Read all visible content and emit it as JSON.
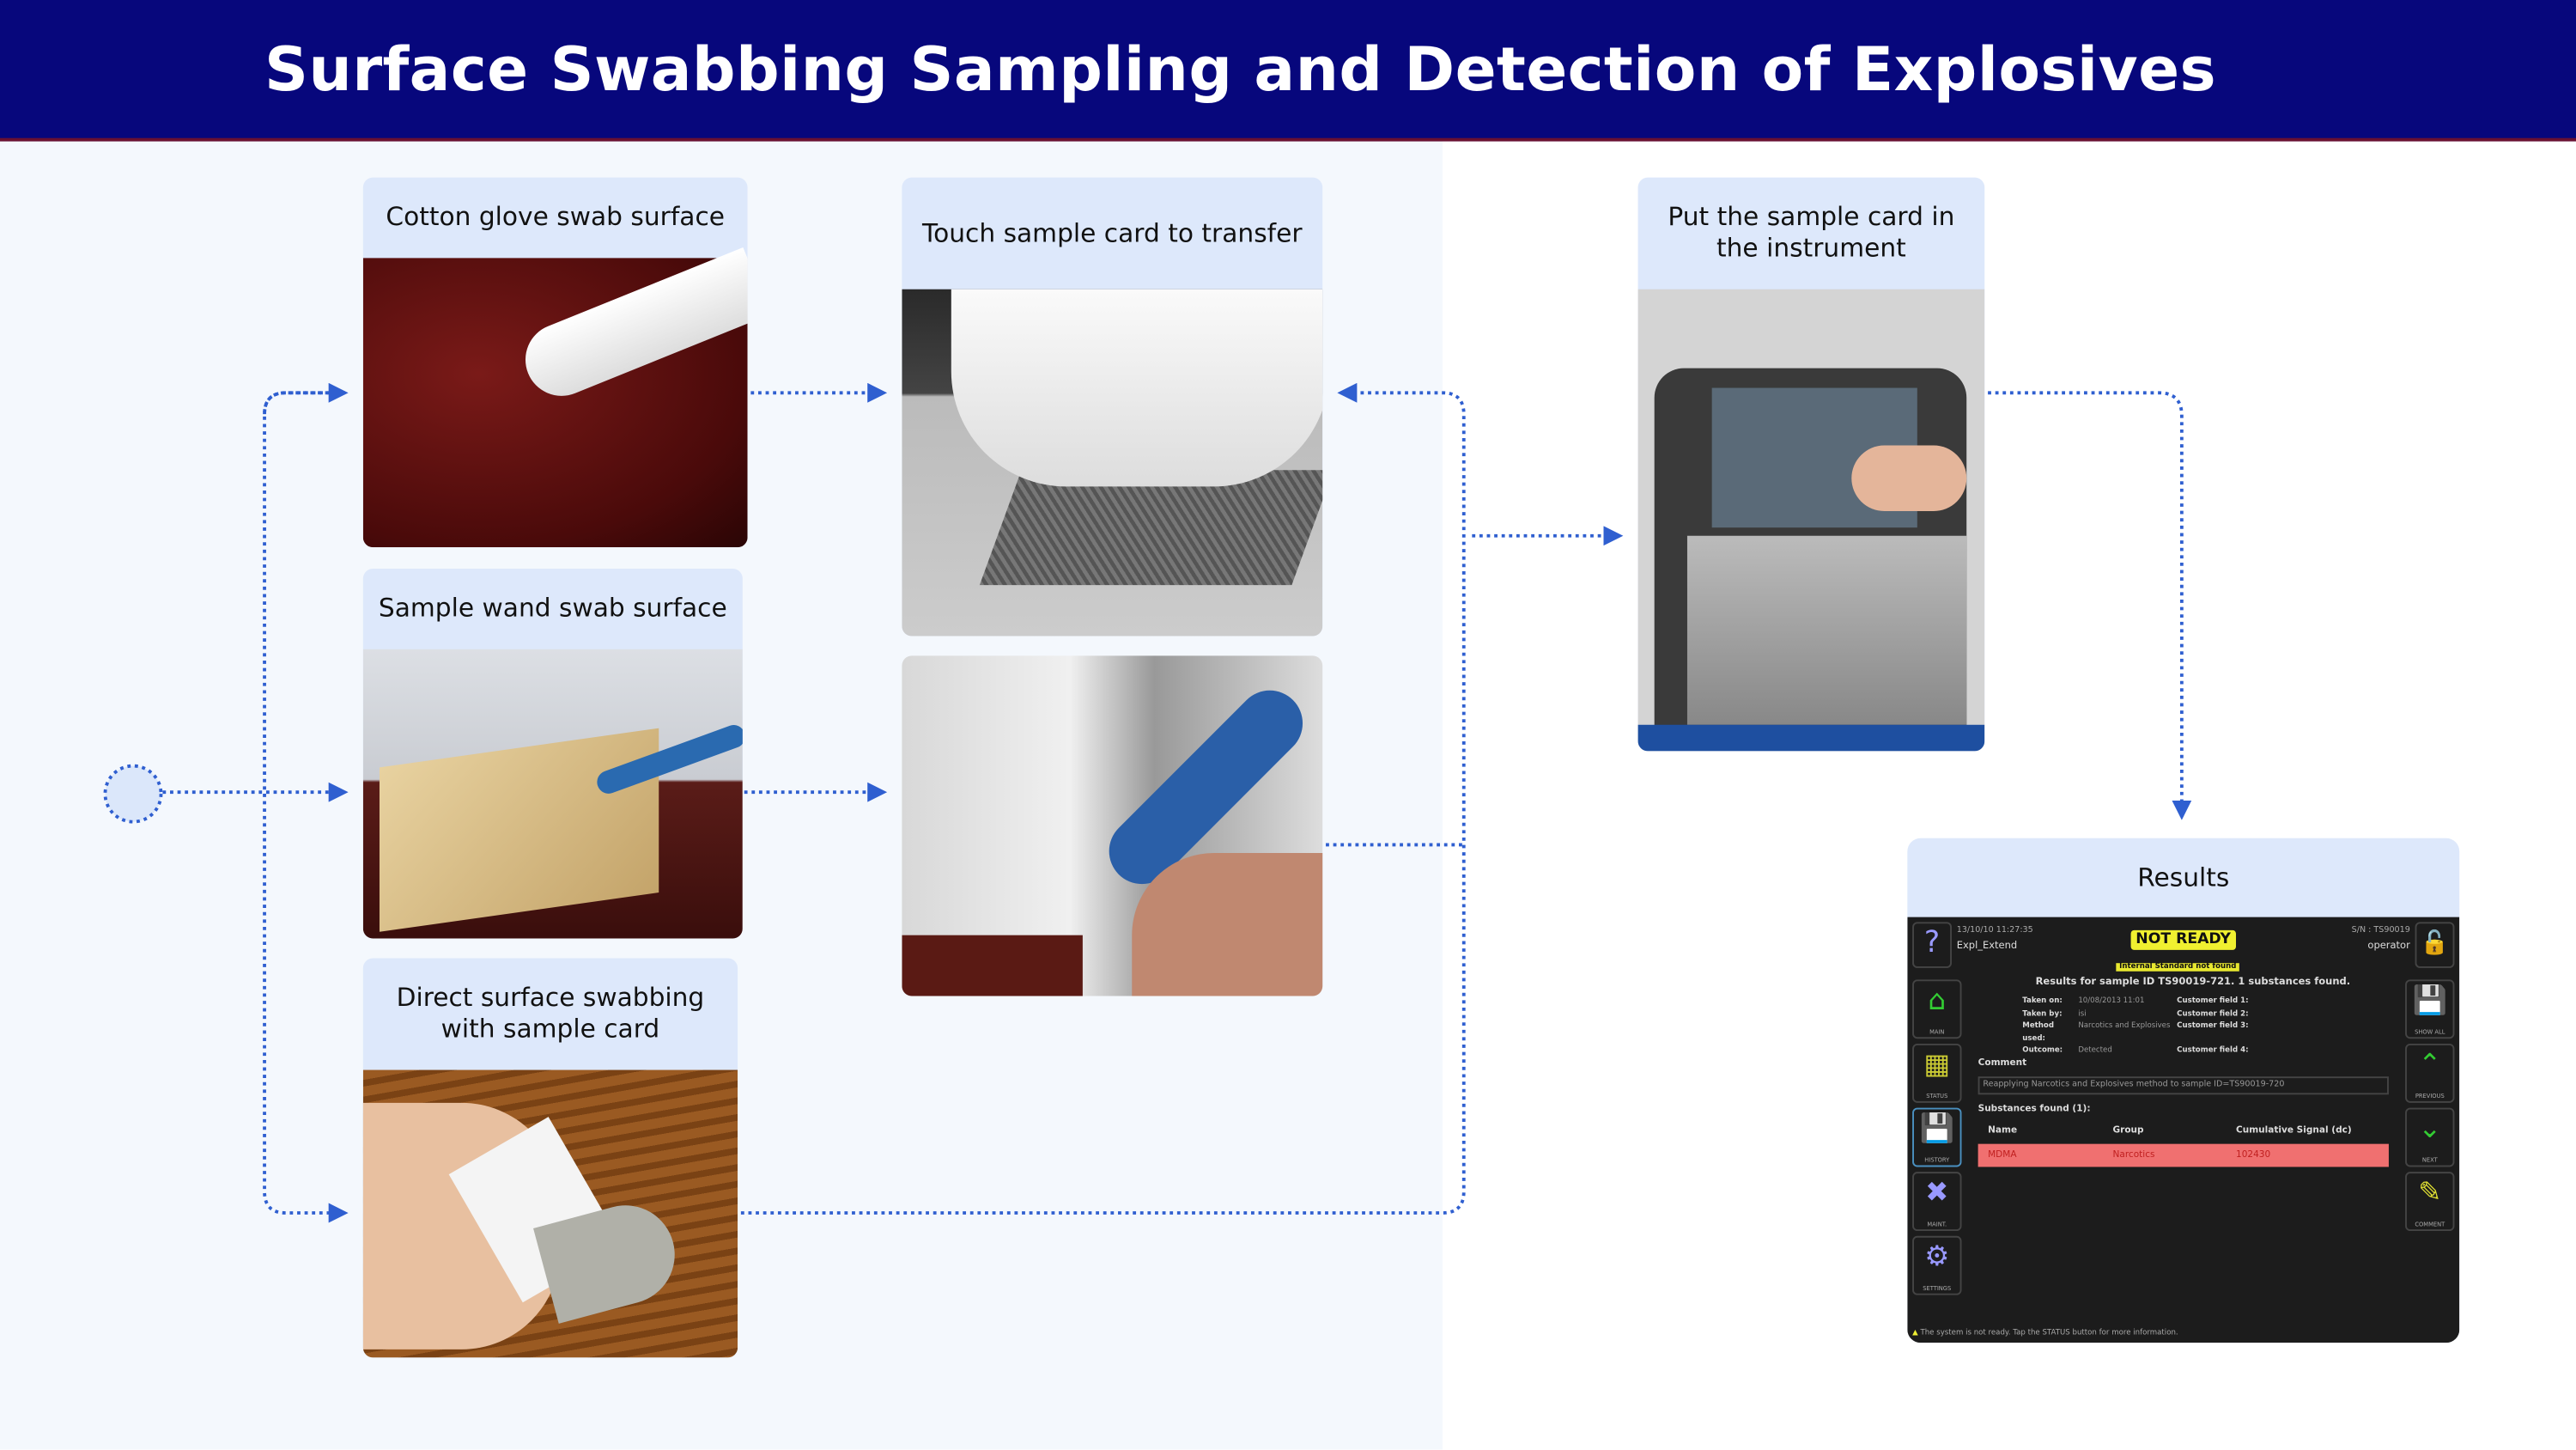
{
  "title": "Surface Swabbing Sampling and Detection of Explosives",
  "steps": {
    "cotton_glove": "Cotton glove swab surface",
    "sample_wand": "Sample wand swab surface",
    "direct_swab": "Direct surface swabbing with sample card",
    "touch_card": "Touch sample card to transfer",
    "put_card": "Put the sample card in the instrument",
    "results": "Results"
  },
  "colors": {
    "header": "#07077c",
    "card_header": "#dde8fb",
    "line": "#2f5fd0"
  },
  "screen": {
    "datetime": "13/10/10 11:27:35",
    "method_name": "Expl_Extend",
    "status": "NOT READY",
    "sub_status": "Internal Standard not found",
    "sn": "S/N : TS90019",
    "user": "operator",
    "results_line": "Results for sample ID TS90019-721. 1 substances found.",
    "info": [
      {
        "label": "Taken on:",
        "value": "10/08/2013 11:01",
        "cf": "Customer field 1:"
      },
      {
        "label": "Taken by:",
        "value": "isi",
        "cf": "Customer field 2:"
      },
      {
        "label": "Method used:",
        "value": "Narcotics and Explosives",
        "cf": "Customer field 3:"
      },
      {
        "label": "Outcome:",
        "value": "Detected",
        "cf": "Customer field 4:"
      }
    ],
    "comment_label": "Comment",
    "comment": "Reapplying Narcotics and Explosives method to sample ID=TS90019-720",
    "substances_label": "Substances found (1):",
    "columns": [
      "Name",
      "Group",
      "Cumulative Signal (dc)"
    ],
    "row": [
      "MDMA",
      "Narcotics",
      "102430"
    ],
    "left_buttons": [
      "MAIN",
      "STATUS",
      "HISTORY",
      "MAINT.",
      "SETTINGS"
    ],
    "right_buttons": [
      "SHOW ALL",
      "PREVIOUS",
      "NEXT",
      "COMMENT"
    ],
    "footer": "The system is not ready. Tap the STATUS button for more information."
  }
}
